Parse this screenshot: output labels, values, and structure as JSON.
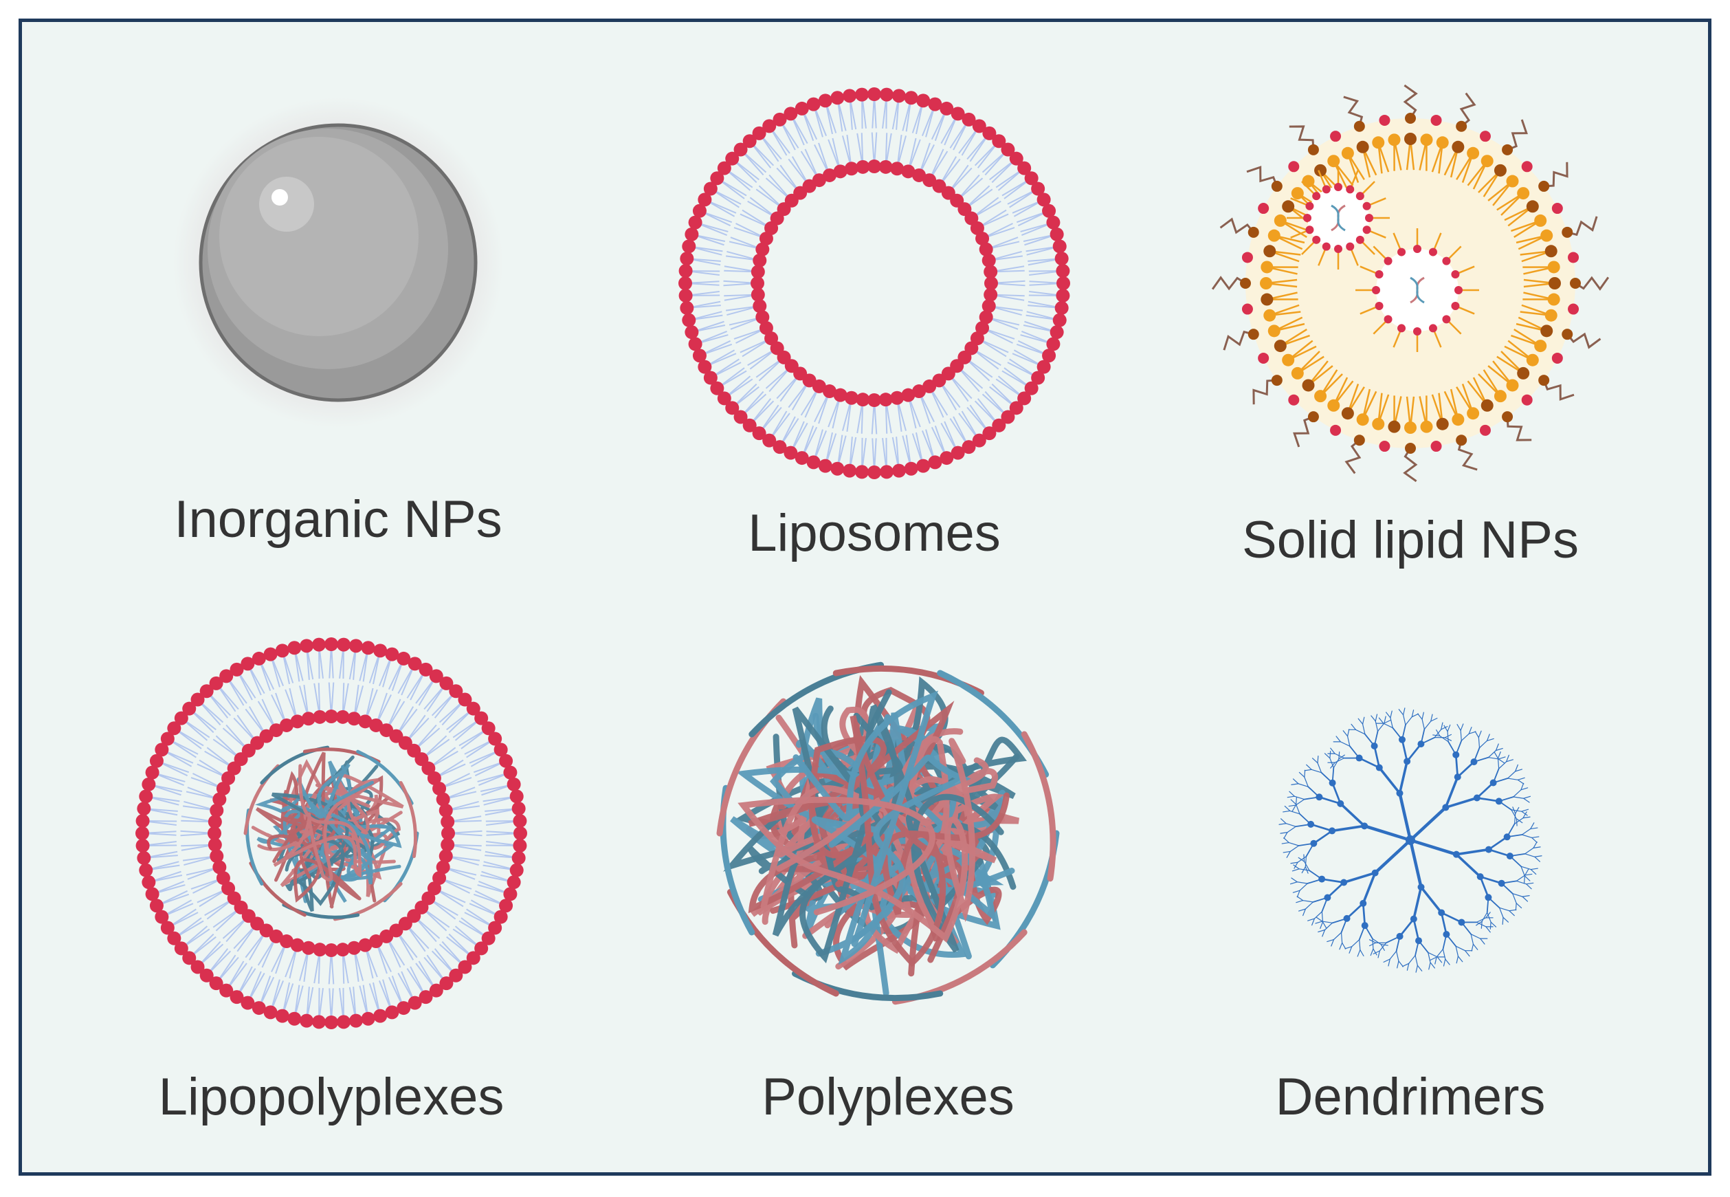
{
  "colors": {
    "border": "#1f3a5c",
    "background": "#eef5f3",
    "lipid_head": "#d9304f",
    "lipid_tail": "#b3c7ee",
    "sln_core": "#fbf3dc",
    "sln_head": "#f0a020",
    "sln_head_dark": "#a05010",
    "peg": "#8a6050",
    "polymer_blue": "#5a9ab8",
    "polymer_red": "#c97a7e",
    "dendrimer": "#2f6fc1",
    "inorganic": "#a9a9a9"
  },
  "items": [
    {
      "id": "inorganic",
      "label": "Inorganic NPs",
      "icon": "sphere-icon"
    },
    {
      "id": "liposomes",
      "label": "Liposomes",
      "icon": "liposome-icon"
    },
    {
      "id": "sln",
      "label": "Solid lipid NPs",
      "icon": "solid-lipid-np-icon"
    },
    {
      "id": "lipopolyplexes",
      "label": "Lipopolyplexes",
      "icon": "lipopolyplex-icon"
    },
    {
      "id": "polyplexes",
      "label": "Polyplexes",
      "icon": "polyplex-icon"
    },
    {
      "id": "dendrimers",
      "label": "Dendrimers",
      "icon": "dendrimer-icon"
    }
  ]
}
